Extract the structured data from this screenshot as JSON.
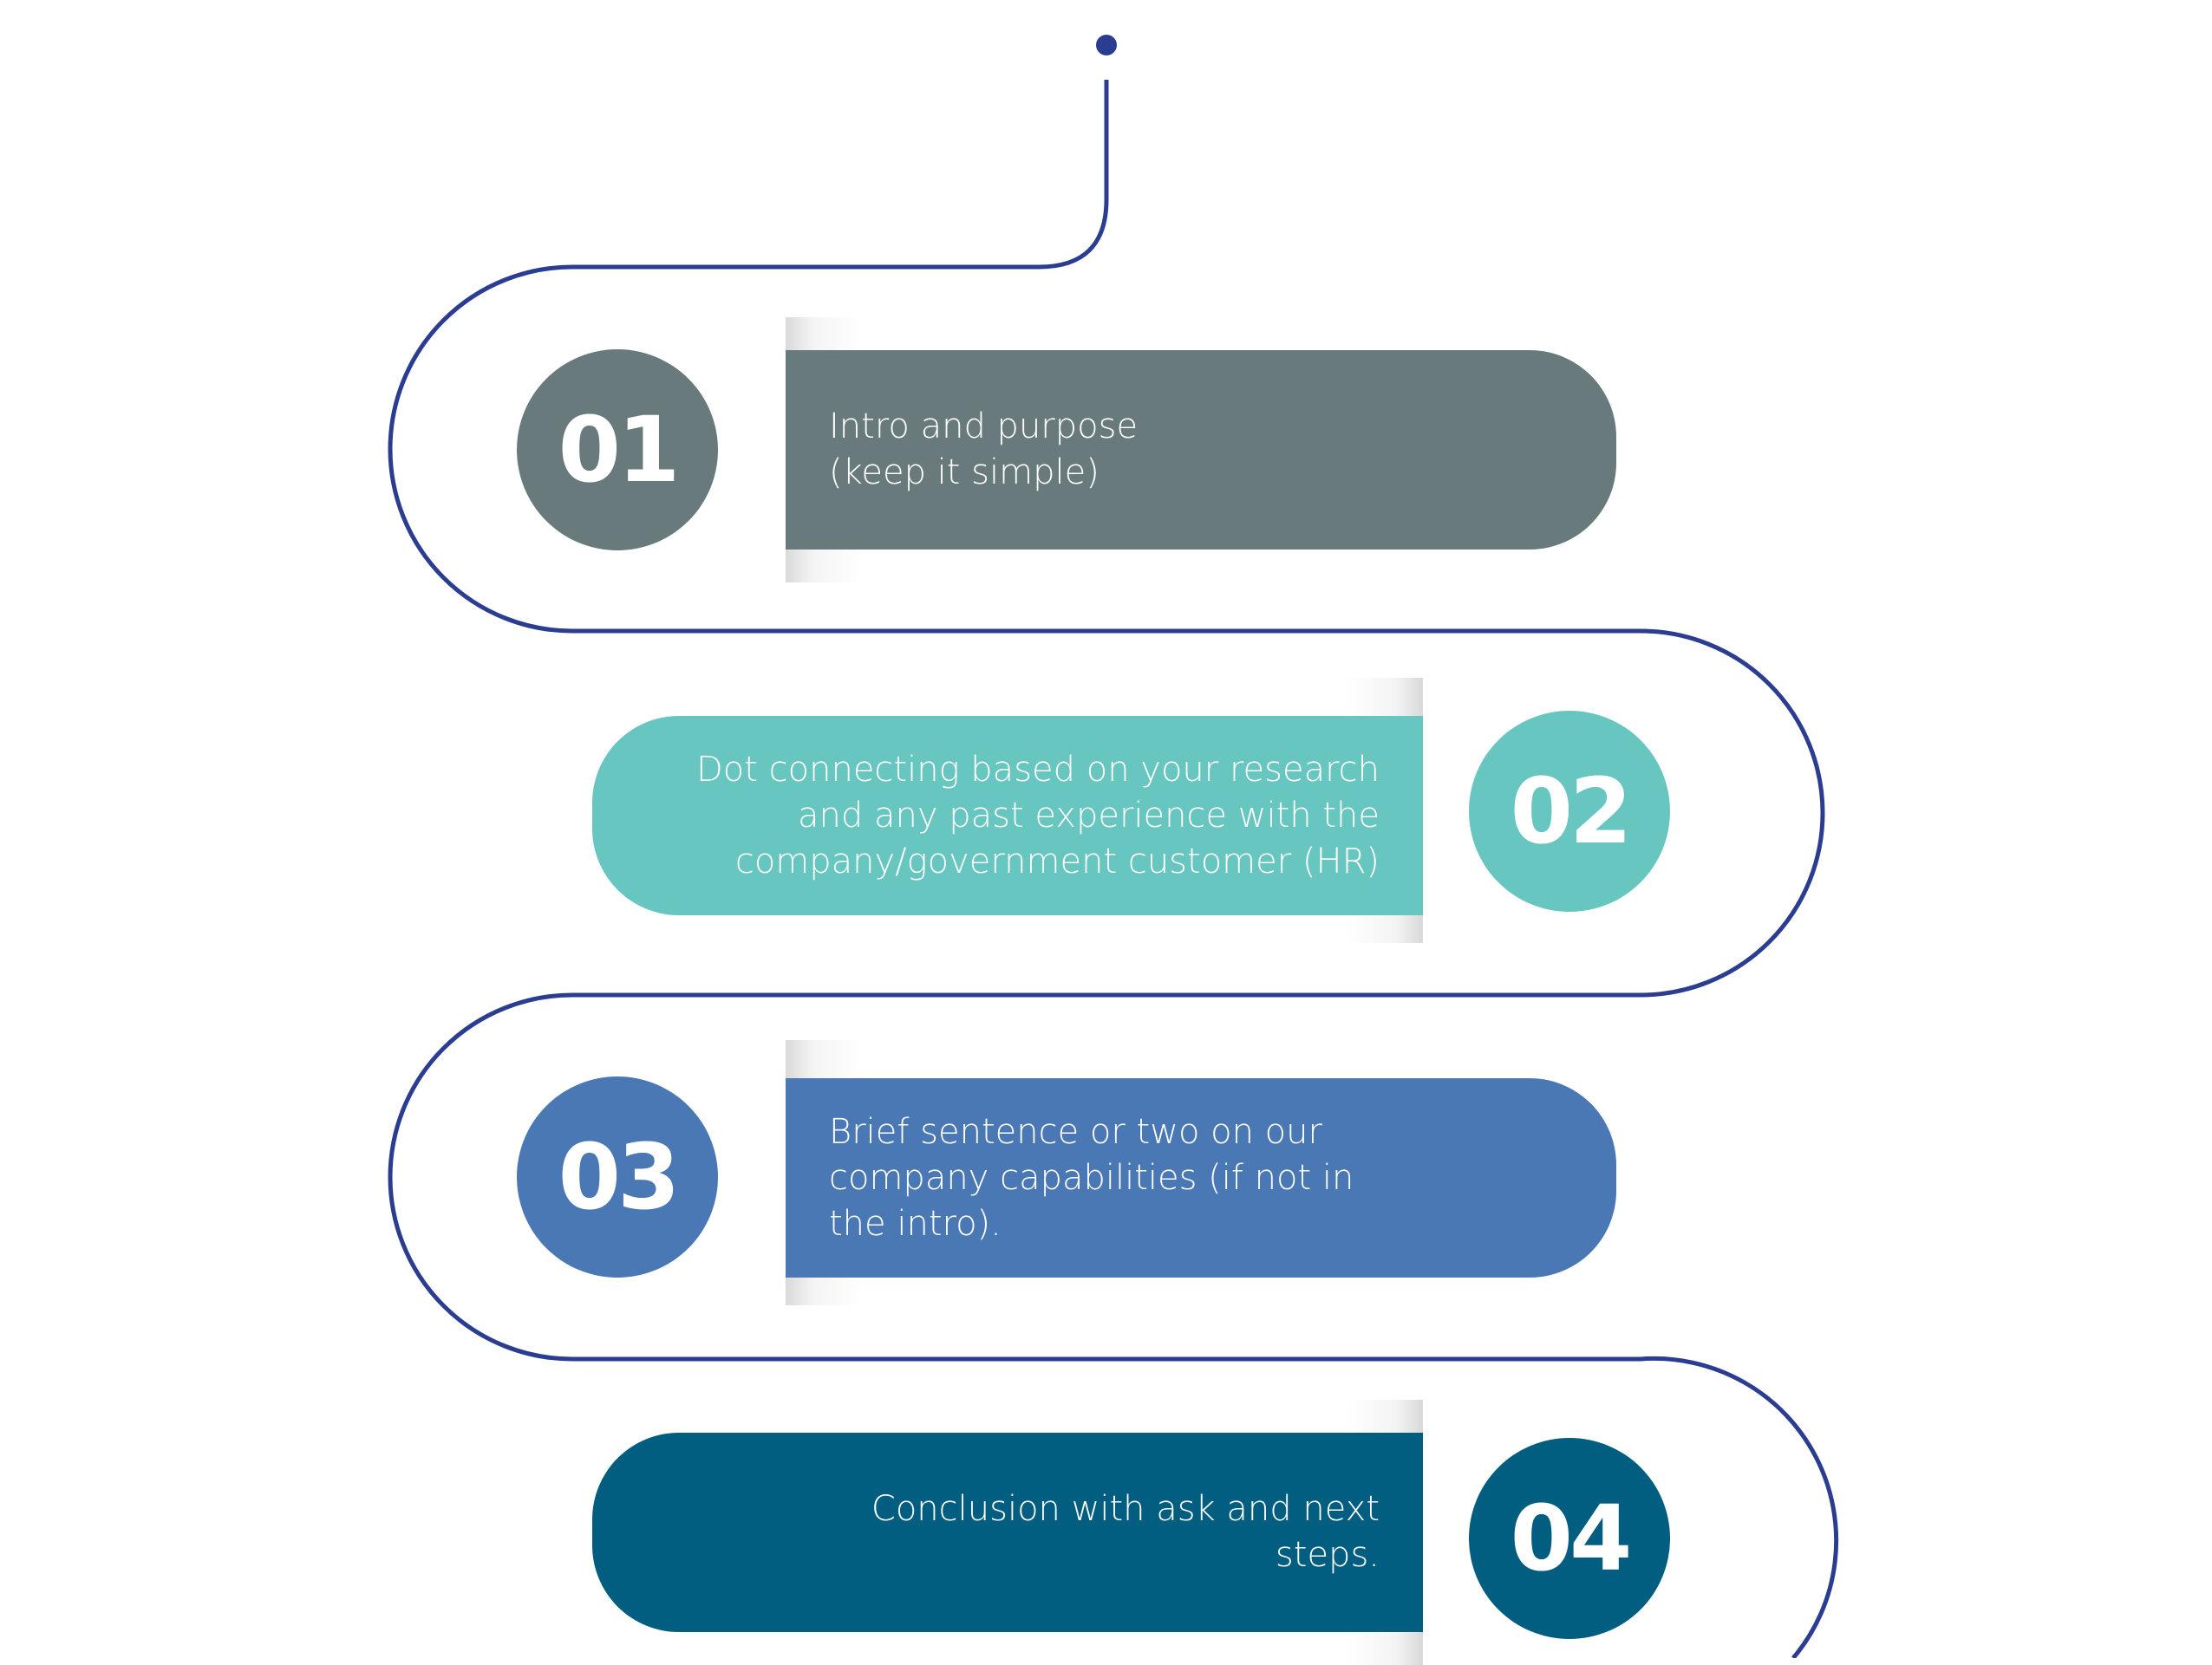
{
  "colors": {
    "path": "#2b3d91",
    "step1": "#687a7c",
    "step2": "#68c6c1",
    "step3": "#4a78b5",
    "step4": "#015e80"
  },
  "steps": [
    {
      "number": "01",
      "lines": [
        "Intro and purpose",
        "(keep it simple)"
      ]
    },
    {
      "number": "02",
      "lines": [
        "Dot connecting based on your research",
        "and any past experience with the",
        "company/government customer (HR)"
      ]
    },
    {
      "number": "03",
      "lines": [
        "Brief sentence or two on our",
        "company capabilities (if not in",
        "the intro)."
      ]
    },
    {
      "number": "04",
      "lines": [
        "Conclusion with ask and next",
        "steps."
      ]
    }
  ]
}
